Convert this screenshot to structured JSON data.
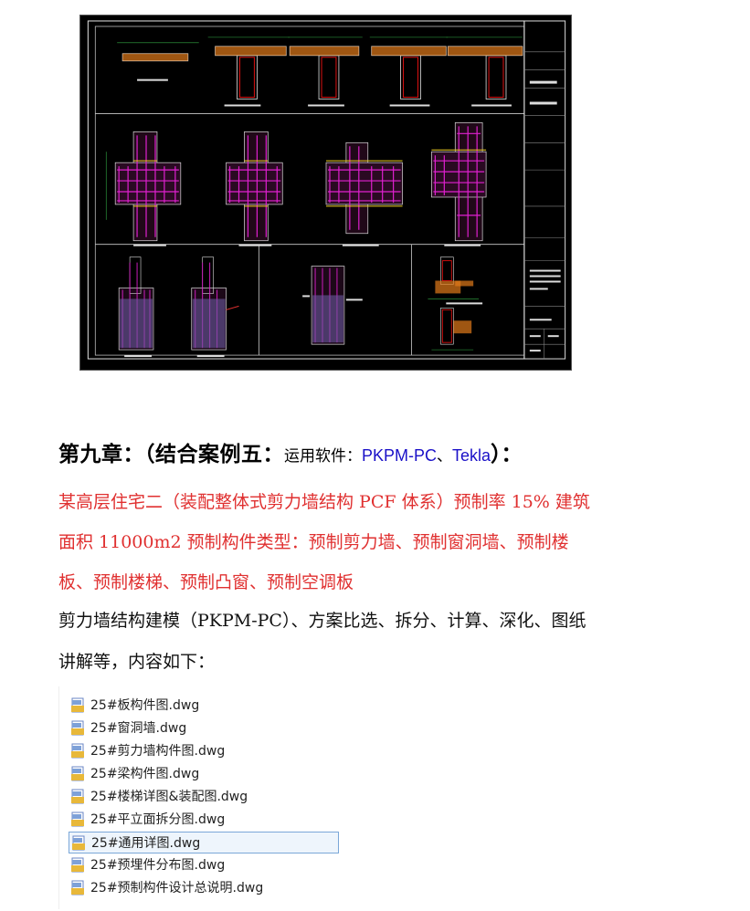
{
  "heading": {
    "chapter": "第九章：（结合案例五：",
    "software_prefix": "运用软件：",
    "software_1": "PKPM-PC",
    "separator": "、",
    "software_2": "Tekla",
    "close": "）："
  },
  "description": {
    "line1": "某高层住宅二（装配整体式剪力墙结构 PCF 体系）预制率 15%  建筑",
    "line2": "面积 11000m2      预制构件类型：预制剪力墙、预制窗洞墙、预制楼",
    "line3": "板、预制楼梯、预制凸窗、预制空调板",
    "line4": "剪力墙结构建模（PKPM-PC）、方案比选、拆分、计算、深化、图纸",
    "line5": "讲解等，内容如下："
  },
  "files": [
    {
      "name": "25#板构件图.dwg",
      "icon": "dwg-file-icon"
    },
    {
      "name": "25#窗洞墙.dwg",
      "icon": "dwg-file-icon"
    },
    {
      "name": "25#剪力墙构件图.dwg",
      "icon": "dwg-file-icon"
    },
    {
      "name": "25#梁构件图.dwg",
      "icon": "dwg-file-icon"
    },
    {
      "name": "25#楼梯详图&装配图.dwg",
      "icon": "dwg-file-icon"
    },
    {
      "name": "25#平立面拆分图.dwg",
      "icon": "dwg-file-icon"
    },
    {
      "name": "25#通用详图.dwg",
      "icon": "dwg-file-icon",
      "selected": true
    },
    {
      "name": "25#预埋件分布图.dwg",
      "icon": "dwg-file-icon"
    },
    {
      "name": "25#预制构件设计总说明.dwg",
      "icon": "dwg-file-icon"
    }
  ],
  "colors": {
    "red_text": "#e03030",
    "software_link": "#1a10c8",
    "cad_background": "#000000"
  }
}
